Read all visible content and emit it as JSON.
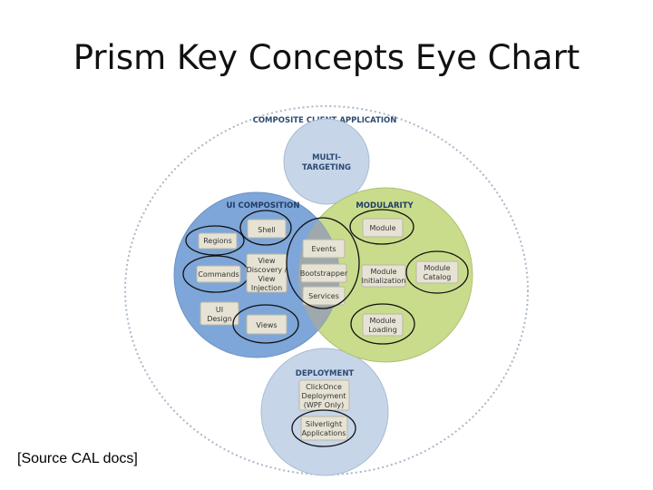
{
  "title": "Prism Key Concepts Eye Chart",
  "source": "[Source CAL docs]",
  "diagram": {
    "outer_label": "COMPOSITE CLIENT APPLICATION",
    "multi_targeting": [
      "MULTI-",
      "TARGETING"
    ],
    "ui_composition": "UI COMPOSITION",
    "modularity": "MODULARITY",
    "deployment": "DEPLOYMENT",
    "ui_items": {
      "regions": "Regions",
      "commands": "Commands",
      "ui_design": [
        "UI",
        "Design"
      ],
      "shell": "Shell",
      "view_discovery": [
        "View",
        "Discovery /",
        "View",
        "Injection"
      ],
      "views": "Views"
    },
    "shared_items": {
      "events": "Events",
      "bootstrapper": "Bootstrapper",
      "services": "Services"
    },
    "modularity_items": {
      "module": "Module",
      "module_initialization": [
        "Module",
        "Initialization"
      ],
      "module_catalog": [
        "Module",
        "Catalog"
      ],
      "module_loading": [
        "Module",
        "Loading"
      ]
    },
    "deployment_items": {
      "clickonce": [
        "ClickOnce",
        "Deployment",
        "(WPF Only)"
      ],
      "silverlight": [
        "Silverlight",
        "Applications"
      ]
    },
    "colors": {
      "ui_blue": "#7ea6d8",
      "modularity_green": "#c9dc8c",
      "overlap_gray": "#9fa9ad",
      "bubble_light": "#c6d5e8",
      "box_fill": "#e6e3d4",
      "header_navy": "#2c4a72"
    }
  }
}
